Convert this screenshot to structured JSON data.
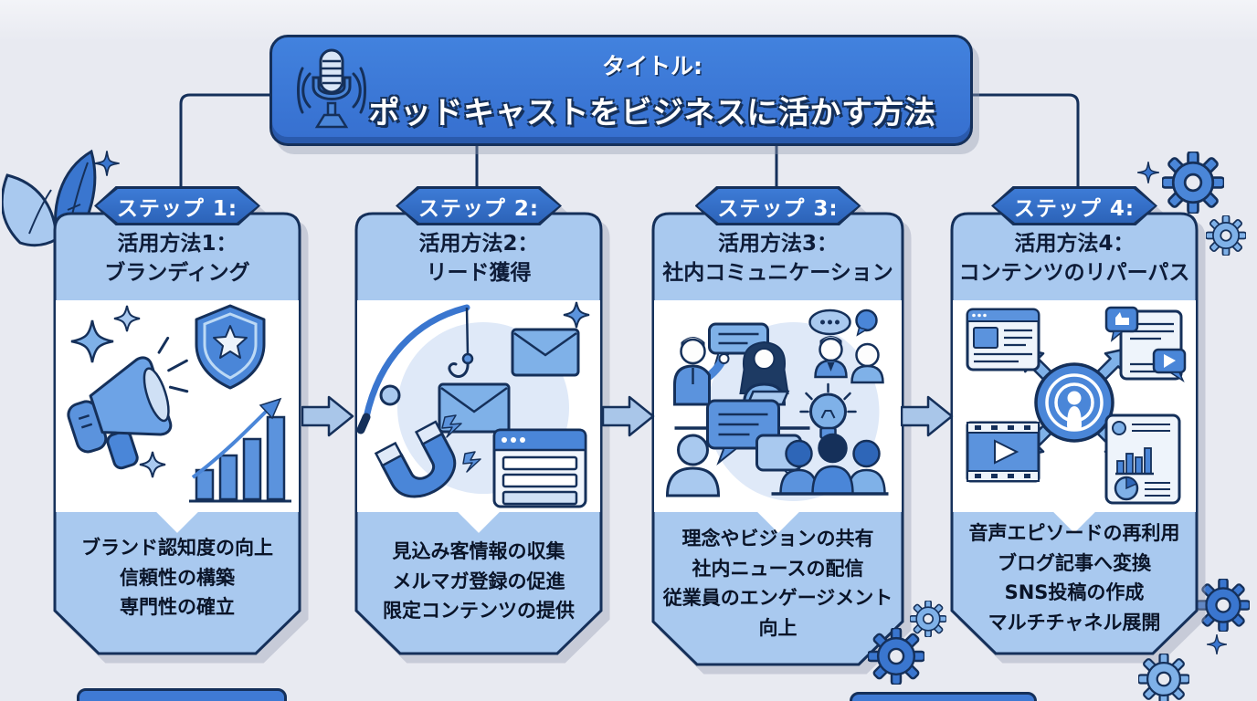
{
  "banner": {
    "label": "タイトル:",
    "title": "ポッドキャストをビジネスに活かす方法",
    "icon": "microphone-icon"
  },
  "cards": [
    {
      "step": "ステップ 1:",
      "title_line1": "活用方法1：",
      "title_line2": "ブランディング",
      "icons": [
        "sparkles-icon",
        "megaphone-icon",
        "shield-star-icon",
        "growth-bar-chart-icon"
      ],
      "points": [
        "ブランド認知度の向上",
        "信頼性の構築",
        "専門性の確立"
      ]
    },
    {
      "step": "ステップ 2:",
      "title_line1": "活用方法2：",
      "title_line2": "リード獲得",
      "icons": [
        "fishing-rod-icon",
        "envelope-icon",
        "magnet-icon",
        "signup-form-icon",
        "sparkle-icon"
      ],
      "points": [
        "見込み客情報の収集",
        "メルマガ登録の促進",
        "限定コンテンツの提供"
      ]
    },
    {
      "step": "ステップ 3:",
      "title_line1": "活用方法3：",
      "title_line2": "社内コミュニケーション",
      "icons": [
        "meeting-people-icon",
        "chat-bubble-icon",
        "speech-dots-icon",
        "lightbulb-icon",
        "audience-icon"
      ],
      "points": [
        "理念やビジョンの共有",
        "社内ニュースの配信",
        "従業員のエンゲージメント向上"
      ]
    },
    {
      "step": "ステップ 4:",
      "title_line1": "活用方法4：",
      "title_line2": "コンテンツのリパーパス",
      "icons": [
        "blog-article-icon",
        "social-post-icon",
        "podcast-distribution-icon",
        "video-player-icon",
        "analytics-report-icon"
      ],
      "points": [
        "音声エピソードの再利用",
        "ブログ記事へ変換",
        "SNS投稿の作成",
        "マルチチャネル展開"
      ]
    }
  ],
  "decorations": [
    "leaves-icon",
    "sparkle-icon",
    "gear-icon"
  ],
  "colors": {
    "background": "#e8eaf1",
    "banner_blue": "#3b78d6",
    "card_blue": "#a9c9ef",
    "badge_blue": "#2f6bc4",
    "outline_navy": "#15305a",
    "icon_blue": "#4a86d8",
    "icon_light_blue": "#7fb1e8",
    "panel_white": "#ffffff",
    "text_dark": "#0a1428"
  }
}
